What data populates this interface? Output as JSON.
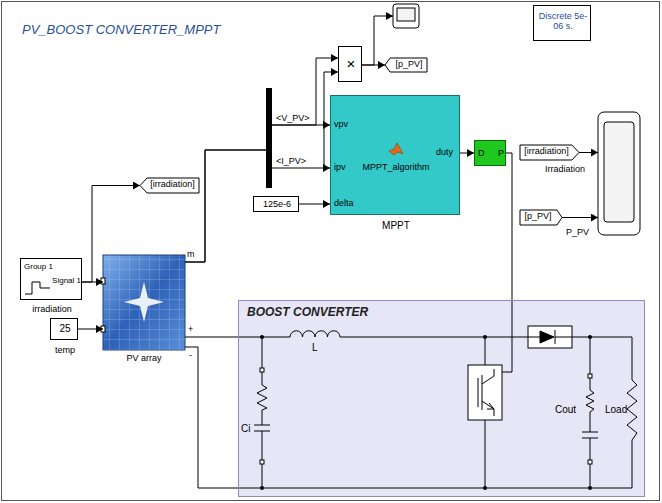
{
  "diagram": {
    "title": "PV_BOOST CONVERTER_MPPT",
    "nodes": [
      {
        "text": [
          "Discrete 5e-06 s."
        ]
      },
      {
        "text": [
          "×"
        ]
      },
      {
        "text": [
          "[p_PV]"
        ]
      },
      {
        "text": [
          "MPPT_algorithm",
          "MPPT"
        ]
      },
      {
        "text": [
          "125e-6"
        ]
      },
      {
        "text": [
          "D",
          "P"
        ]
      },
      {
        "text": [
          "[irradiation]"
        ]
      },
      {
        "text": [
          "[p_PV]"
        ]
      },
      {
        "text": [
          "[irradiation]"
        ]
      },
      {
        "text": [
          "Group 1",
          "Signal 1",
          "irradiation"
        ]
      },
      {
        "text": [
          "25",
          "temp"
        ]
      },
      {
        "text": [
          "PV array"
        ]
      },
      {
        "text": [
          "BOOST CONVERTER"
        ]
      }
    ],
    "edges": [
      {
        "from": 9,
        "to": 11,
        "arrow": "to"
      },
      {
        "from": 9,
        "to": 8,
        "arrow": "to"
      },
      {
        "from": 10,
        "to": 11,
        "arrow": "to"
      },
      {
        "from": 11,
        "to": 1,
        "arrow": "to"
      },
      {
        "from": 11,
        "to": 3,
        "arrow": "to"
      },
      {
        "from": 4,
        "to": 3,
        "arrow": "to"
      },
      {
        "from": 3,
        "to": 5,
        "arrow": "to"
      },
      {
        "from": 1,
        "to": 2,
        "arrow": "to"
      },
      {
        "from": 5,
        "to": 12,
        "arrow": "none"
      },
      {
        "from": 11,
        "to": 12,
        "arrow": "none"
      },
      {
        "from": 11,
        "to": 12,
        "arrow": "none"
      }
    ],
    "labels": [
      "<V_PV>",
      "<I_PV>",
      "vpv",
      "ipv",
      "delta",
      "duty",
      "Irradiation",
      "P_PV",
      "m",
      "+",
      "-",
      "L",
      "Ci",
      "Cout",
      "Load"
    ]
  }
}
